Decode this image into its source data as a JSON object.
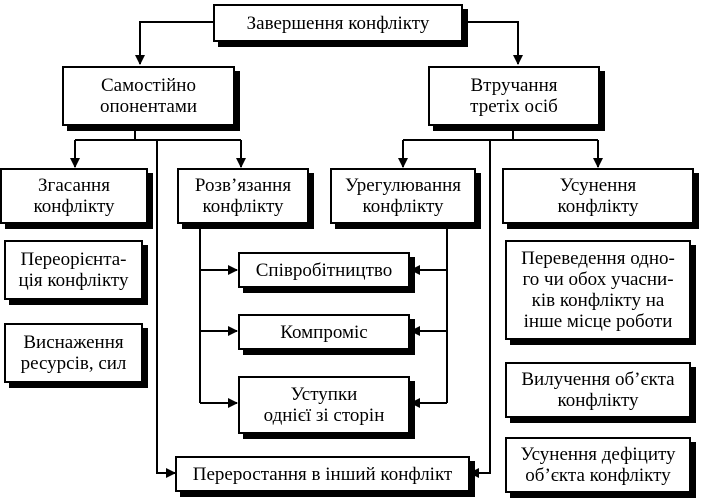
{
  "root": {
    "label": "Завершення конфлікту"
  },
  "left_branch": {
    "label_line1": "Самостійно",
    "label_line2": "опонентами"
  },
  "right_branch": {
    "label_line1": "Втручання",
    "label_line2": "третіх осіб"
  },
  "fading": {
    "label_line1": "Згасання",
    "label_line2": "конфлікту",
    "items": [
      {
        "line1": "Переорієнта-",
        "line2": "ція конфлікту"
      },
      {
        "line1": "Виснаження",
        "line2": "ресурсів, сил"
      }
    ]
  },
  "resolution": {
    "label_line1": "Розв’язання",
    "label_line2": "конфлікту"
  },
  "settlement": {
    "label_line1": "Урегулювання",
    "label_line2": "конфлікту"
  },
  "elimination": {
    "label_line1": "Усунення",
    "label_line2": "конфлікту",
    "items": [
      {
        "lines": [
          "Переведення одно-",
          "го чи обох учасни-",
          "ків конфлікту на",
          "інше місце роботи"
        ]
      },
      {
        "lines": [
          "Вилучення об’єкта",
          "конфлікту"
        ]
      },
      {
        "lines": [
          "Усунення дефіциту",
          "об’єкта конфлікту"
        ]
      }
    ]
  },
  "methods": [
    {
      "lines": [
        "Співробітництво"
      ]
    },
    {
      "lines": [
        "Компроміс"
      ]
    },
    {
      "lines": [
        "Уступки",
        "однієї зі сторін"
      ]
    }
  ],
  "escalation": {
    "label": "Переростання в інший конфлікт"
  }
}
